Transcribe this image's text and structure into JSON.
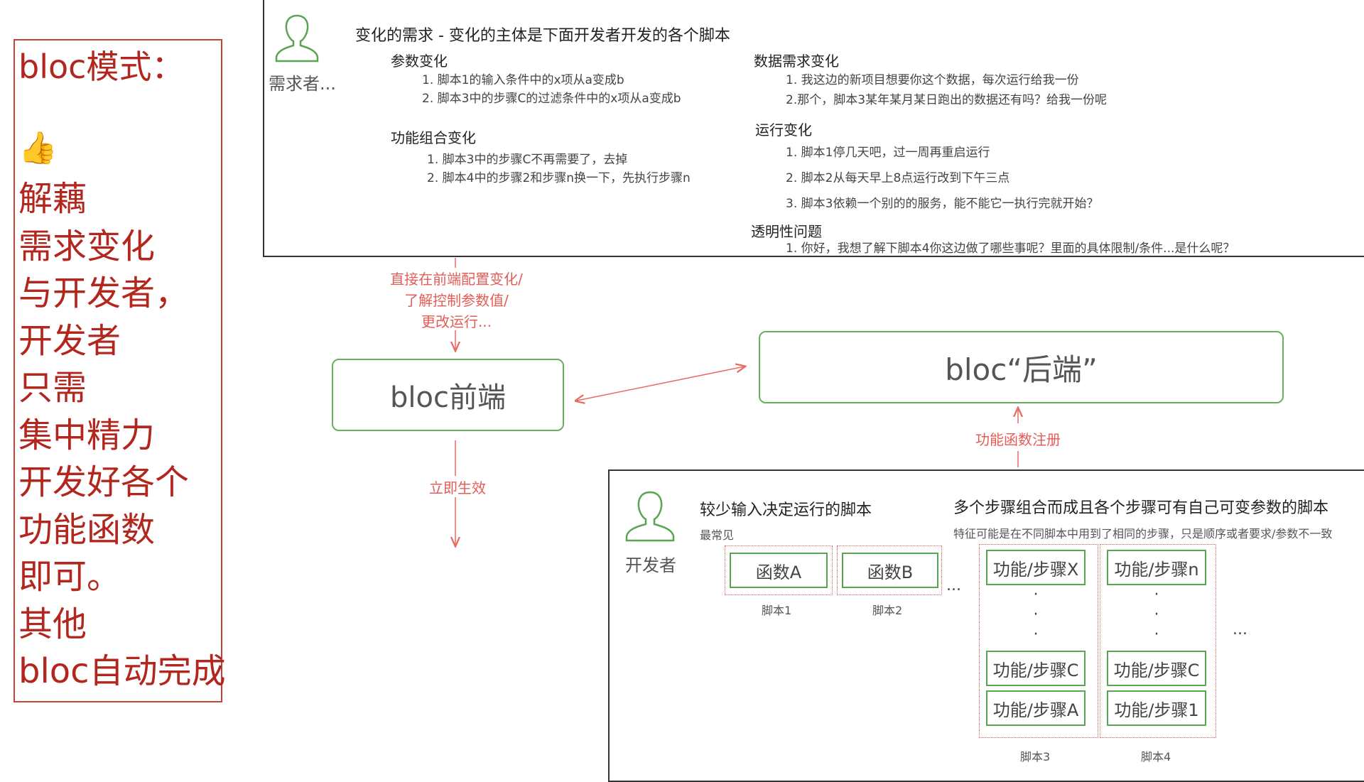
{
  "left_panel": {
    "title": "bloc模式：",
    "thumb": "👍",
    "lines": [
      "解藕",
      "需求变化",
      "与开发者，",
      "开发者",
      "只需",
      "集中精力",
      "开发好各个",
      "功能函数",
      "即可。",
      "其他",
      "bloc自动完成"
    ]
  },
  "requirements": {
    "person_label": "需求者...",
    "title": "变化的需求 - 变化的主体是下面开发者开发的各个脚本",
    "sections": {
      "param": {
        "heading": "参数变化",
        "items": [
          "1. 脚本1的输入条件中的x项从a变成b",
          "2. 脚本3中的步骤C的过滤条件中的x项从a变成b"
        ]
      },
      "combo": {
        "heading": "功能组合变化",
        "items": [
          "1. 脚本3中的步骤C不再需要了，去掉",
          "2. 脚本4中的步骤2和步骤n换一下，先执行步骤n"
        ]
      },
      "data": {
        "heading": "数据需求变化",
        "items": [
          "1. 我这边的新项目想要你这个数据，每次运行给我一份",
          "2.那个，脚本3某年某月某日跑出的数据还有吗？给我一份呢"
        ]
      },
      "run": {
        "heading": "运行变化",
        "items": [
          "1. 脚本1停几天吧，过一周再重启运行",
          "2. 脚本2从每天早上8点运行改到下午三点",
          "3. 脚本3依赖一个别的的服务，能不能它一执行完就开始？"
        ]
      },
      "transparency": {
        "heading": "透明性问题",
        "items": [
          "1. 你好，我想了解下脚本4你这边做了哪些事呢？里面的具体限制/条件...是什么呢？"
        ]
      }
    }
  },
  "flow": {
    "frontend_config_label": [
      "直接在前端配置变化/",
      "了解控制参数值/",
      "更改运行..."
    ],
    "frontend": "bloc前端",
    "backend": "bloc“后端”",
    "immediate": "立即生效",
    "register": "功能函数注册"
  },
  "developer": {
    "person_label": "开发者",
    "simple": {
      "title": "较少输入决定运行的脚本",
      "subtitle": "最常见",
      "func_a": "函数A",
      "func_b": "函数B",
      "script1": "脚本1",
      "script2": "脚本2",
      "ellipsis": "..."
    },
    "multi": {
      "title": "多个步骤组合而成且各个步骤可有自己可变参数的脚本",
      "subtitle": "特征可能是在不同脚本中用到了相同的步骤，只是顺序或者要求/参数不一致",
      "script3": [
        "功能/步骤X",
        "功能/步骤C",
        "功能/步骤A"
      ],
      "script4": [
        "功能/步骤n",
        "功能/步骤C",
        "功能/步骤1"
      ],
      "script3_label": "脚本3",
      "script4_label": "脚本4",
      "ellipsis": "..."
    }
  },
  "colors": {
    "red": "#b3261e",
    "accent_red": "#e35d57",
    "green": "#66b05c"
  },
  "icons": [
    "person-icon"
  ]
}
